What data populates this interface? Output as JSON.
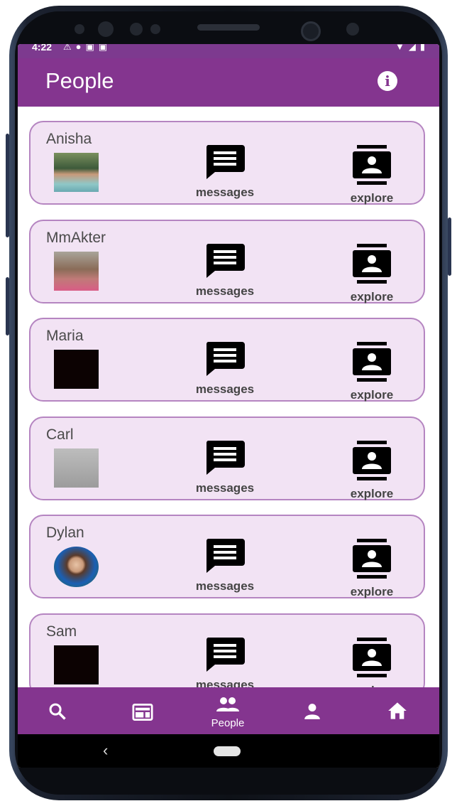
{
  "status_bar": {
    "time": "4:22"
  },
  "app_bar": {
    "title": "People"
  },
  "people": [
    {
      "name": "Anisha",
      "photo": "photo",
      "messages_label": "messages",
      "explore_label": "explore"
    },
    {
      "name": "MmAkter",
      "photo": "photo",
      "messages_label": "messages",
      "explore_label": "explore"
    },
    {
      "name": "Maria",
      "photo": "dark",
      "messages_label": "messages",
      "explore_label": "explore"
    },
    {
      "name": "Carl",
      "photo": "grey",
      "messages_label": "messages",
      "explore_label": "explore"
    },
    {
      "name": "Dylan",
      "photo": "photo",
      "messages_label": "messages",
      "explore_label": "explore"
    },
    {
      "name": "Sam",
      "photo": "dark",
      "messages_label": "messages",
      "explore_label": "explore"
    }
  ],
  "bottom_nav": {
    "items": [
      {
        "icon": "search-icon",
        "label": ""
      },
      {
        "icon": "feed-icon",
        "label": ""
      },
      {
        "icon": "people-icon",
        "label": "People"
      },
      {
        "icon": "person-icon",
        "label": ""
      },
      {
        "icon": "home-icon",
        "label": ""
      }
    ],
    "selected": "People"
  },
  "colors": {
    "primary": "#84358f",
    "card_bg": "#f2e3f4",
    "card_border": "#b585c1"
  }
}
